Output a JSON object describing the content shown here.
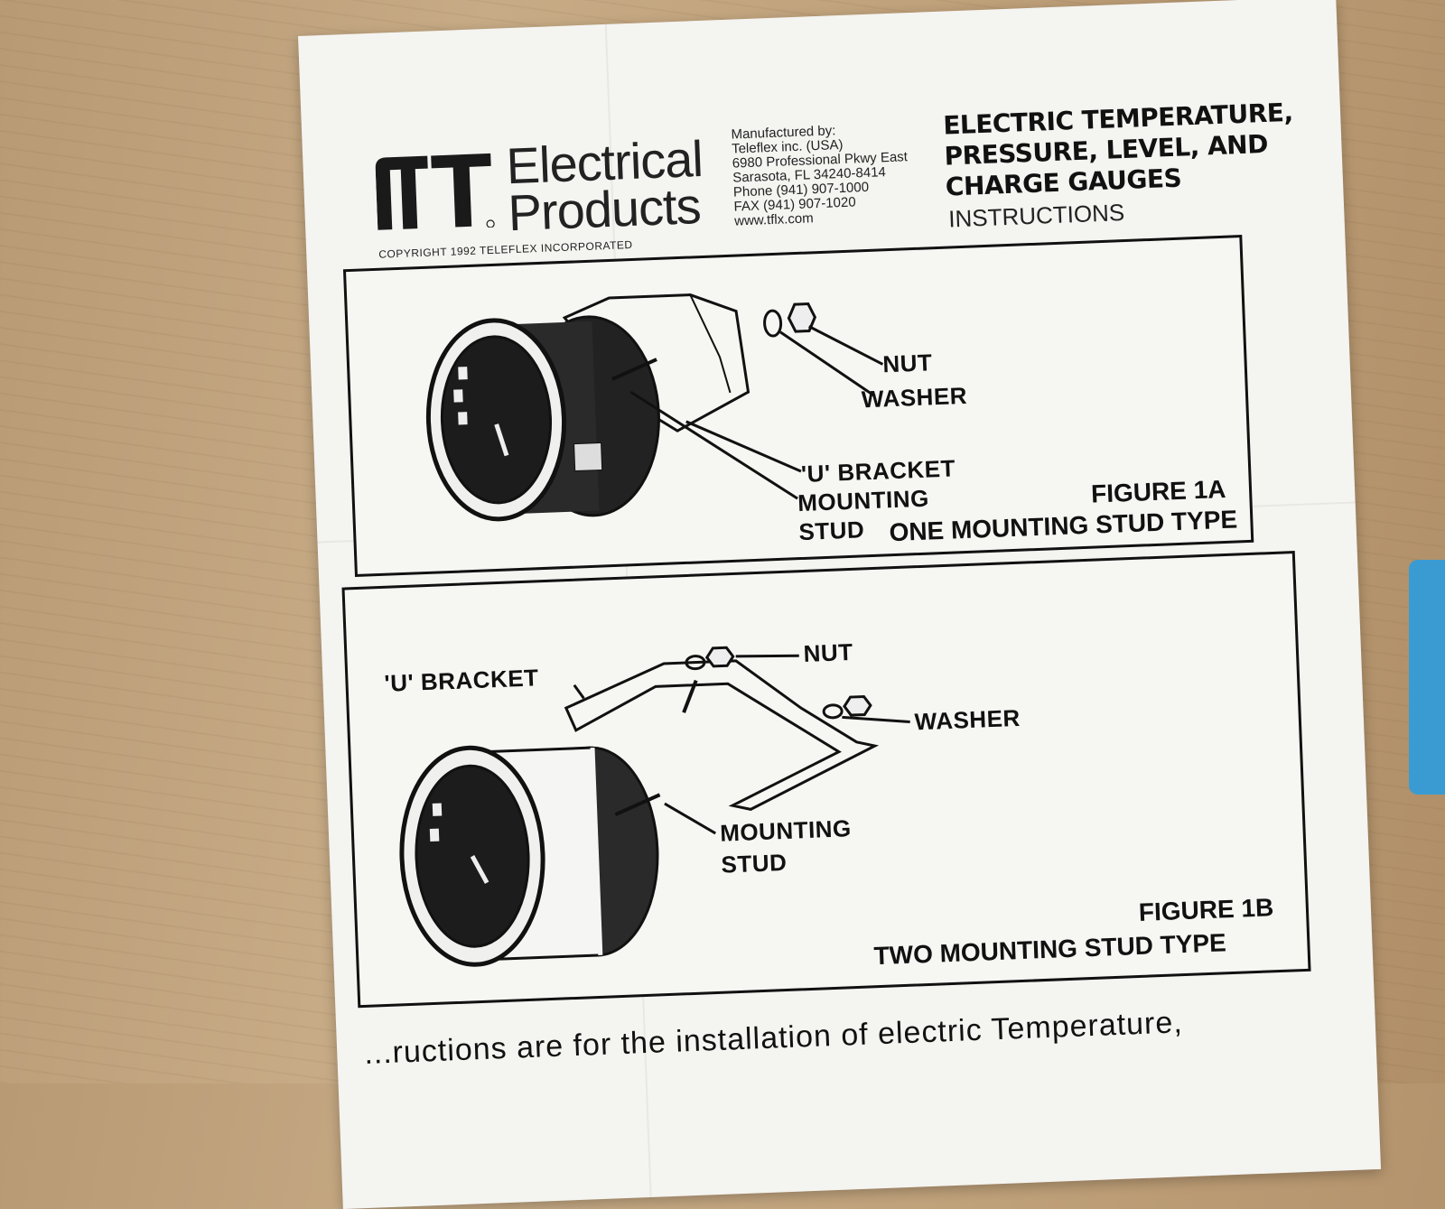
{
  "header": {
    "brand_line1": "Electrical",
    "brand_line2": "Products",
    "copyright": "COPYRIGHT 1992 TELEFLEX INCORPORATED",
    "manufacturer": [
      "Manufactured by:",
      "Teleflex inc. (USA)",
      "6980 Professional Pkwy East",
      "Sarasota, FL 34240-8414",
      "Phone (941) 907-1000",
      "FAX (941) 907-1020",
      "www.tflx.com"
    ],
    "title_lines": [
      "ELECTRIC TEMPERATURE,",
      "PRESSURE, LEVEL, AND",
      "CHARGE GAUGES"
    ],
    "subtitle": "INSTRUCTIONS"
  },
  "figure_1a": {
    "labels": {
      "nut": "NUT",
      "washer": "WASHER",
      "u_bracket": "'U' BRACKET",
      "mounting": "MOUNTING",
      "stud": "STUD"
    },
    "caption_title": "FIGURE 1A",
    "caption_text": "ONE MOUNTING STUD TYPE"
  },
  "figure_1b": {
    "labels": {
      "u_bracket": "'U' BRACKET",
      "nut": "NUT",
      "washer": "WASHER",
      "mounting": "MOUNTING",
      "stud": "STUD"
    },
    "caption_title": "FIGURE 1B",
    "caption_text": "TWO MOUNTING STUD TYPE"
  },
  "body": {
    "text": "...ructions are for the installation of electric Temperature,"
  },
  "colors": {
    "paper": "#f4f4f1",
    "ink": "#111111",
    "wood": "#c7ab86",
    "accent_blue": "#3a9bd3"
  }
}
